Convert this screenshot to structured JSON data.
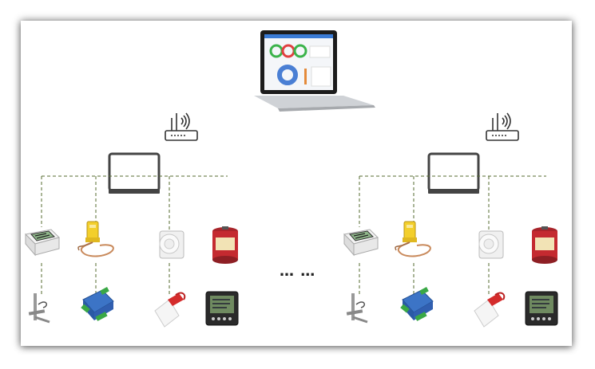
{
  "ellipsis": "… …",
  "laptop": {
    "screen": {
      "brand": "",
      "gauges": 3,
      "colors": {
        "header": "#3a7bd5",
        "donut": "#4a7fd4",
        "bar": "#e48a3a",
        "gauge_green": "#3bb34a",
        "gauge_red": "#e04040"
      }
    }
  },
  "network_groups": [
    {
      "id": "left",
      "devices_top": [
        "lcd-sensor-icon",
        "leak-detector-icon",
        "smoke-detector-icon",
        "fire-extinguisher-icon"
      ],
      "devices_bottom": [
        "water-sensor-icon",
        "io-module-icon",
        "door-contact-icon",
        "power-meter-icon"
      ]
    },
    {
      "id": "right",
      "devices_top": [
        "lcd-sensor-icon",
        "leak-detector-icon",
        "smoke-detector-icon",
        "fire-extinguisher-icon"
      ],
      "devices_bottom": [
        "water-sensor-icon",
        "io-module-icon",
        "door-contact-icon",
        "power-meter-icon"
      ]
    }
  ],
  "colors": {
    "link_line": "#556b2f",
    "monitor_frame": "#444444",
    "router": "#333333"
  }
}
